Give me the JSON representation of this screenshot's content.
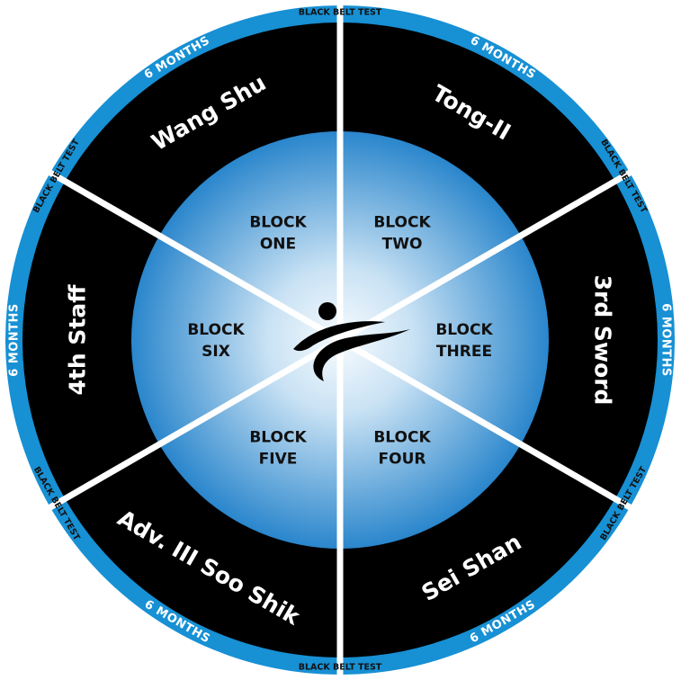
{
  "colors": {
    "ring": "#1790d4",
    "ring_dark": "#0f6fa8",
    "band": "#000000",
    "center_light": "#f7fbfe",
    "center_dark": "#2a86cc",
    "divider": "#ffffff"
  },
  "milestone_label": "BLACK BELT TEST",
  "segments": [
    {
      "duration": "6 MONTHS",
      "form": "Tong-II",
      "block": [
        "BLOCK",
        "TWO"
      ]
    },
    {
      "duration": "6 MONTHS",
      "form": "3rd Sword",
      "block": [
        "BLOCK",
        "THREE"
      ]
    },
    {
      "duration": "6 MONTHS",
      "form": "Sei Shan",
      "block": [
        "BLOCK",
        "FOUR"
      ]
    },
    {
      "duration": "6 MONTHS",
      "form": "Adv. III Soo Shik",
      "block": [
        "BLOCK",
        "FIVE"
      ]
    },
    {
      "duration": "6 MONTHS",
      "form": "4th Staff",
      "block": [
        "BLOCK",
        "SIX"
      ]
    },
    {
      "duration": "6 MONTHS",
      "form": "Wang Shu",
      "block": [
        "BLOCK",
        "ONE"
      ]
    }
  ],
  "center_icon": "martial-artist-kick-icon"
}
